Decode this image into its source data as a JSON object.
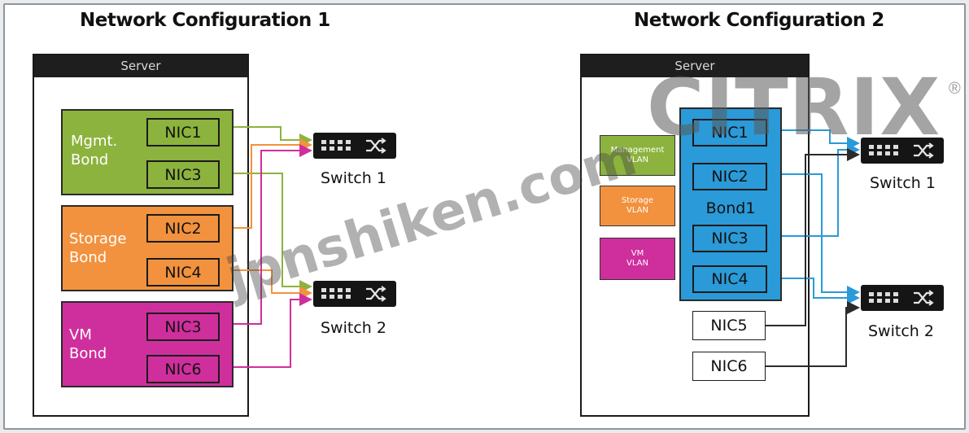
{
  "config1": {
    "title": "Network Configuration 1",
    "server_label": "Server",
    "bonds": [
      {
        "label": "Mgmt.\nBond",
        "color": "#8cb33d",
        "nics": [
          "NIC1",
          "NIC3"
        ]
      },
      {
        "label": "Storage\nBond",
        "color": "#f2923e",
        "nics": [
          "NIC2",
          "NIC4"
        ]
      },
      {
        "label": "VM\nBond",
        "color": "#cf2f9d",
        "nics": [
          "NIC3",
          "NIC6"
        ]
      }
    ],
    "switches": [
      "Switch 1",
      "Switch 2"
    ]
  },
  "config2": {
    "title": "Network Configuration 2",
    "server_label": "Server",
    "vlans": [
      {
        "label": "Management\nVLAN",
        "color": "#8cb33d"
      },
      {
        "label": "Storage\nVLAN",
        "color": "#f2923e"
      },
      {
        "label": "VM\nVLAN",
        "color": "#cf2f9d"
      }
    ],
    "bond_label": "Bond1",
    "bond_color": "#2a9ad8",
    "bond_nics": [
      "NIC1",
      "NIC2",
      "NIC3",
      "NIC4"
    ],
    "extra_nics": [
      "NIC5",
      "NIC6"
    ],
    "switches": [
      "Switch 1",
      "Switch 2"
    ]
  },
  "watermark": "jpnshiken.com",
  "logo": "CITRIX",
  "logo_mark": "®",
  "colors": {
    "mgmt": "#8cb33d",
    "storage": "#f2923e",
    "vm": "#cf2f9d",
    "bond": "#2a9ad8",
    "wire_dark": "#2b2b2b"
  }
}
